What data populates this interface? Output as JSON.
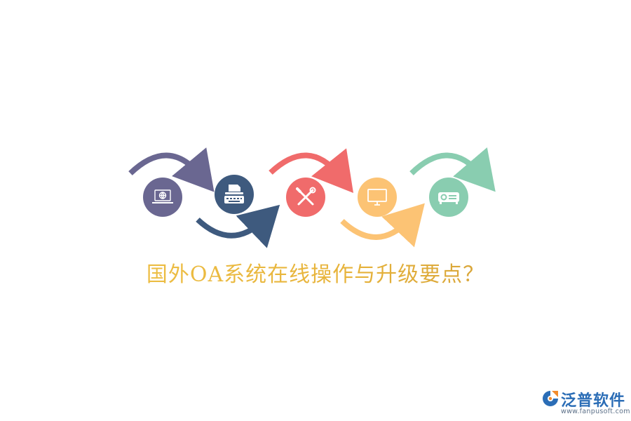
{
  "title": "国外OA系统在线操作与升级要点？",
  "steps": [
    {
      "icon": "laptop-globe-icon",
      "color": "#6a6791"
    },
    {
      "icon": "typewriter-icon",
      "color": "#3e5a7e"
    },
    {
      "icon": "tools-icon",
      "color": "#f06b6b"
    },
    {
      "icon": "monitor-icon",
      "color": "#fcc374"
    },
    {
      "icon": "projector-icon",
      "color": "#89cdb0"
    }
  ],
  "logo": {
    "name": "泛普软件",
    "url": "www.fanpusoft.com",
    "colors": {
      "blue": "#2b6db6",
      "orange": "#f28b2c"
    }
  }
}
